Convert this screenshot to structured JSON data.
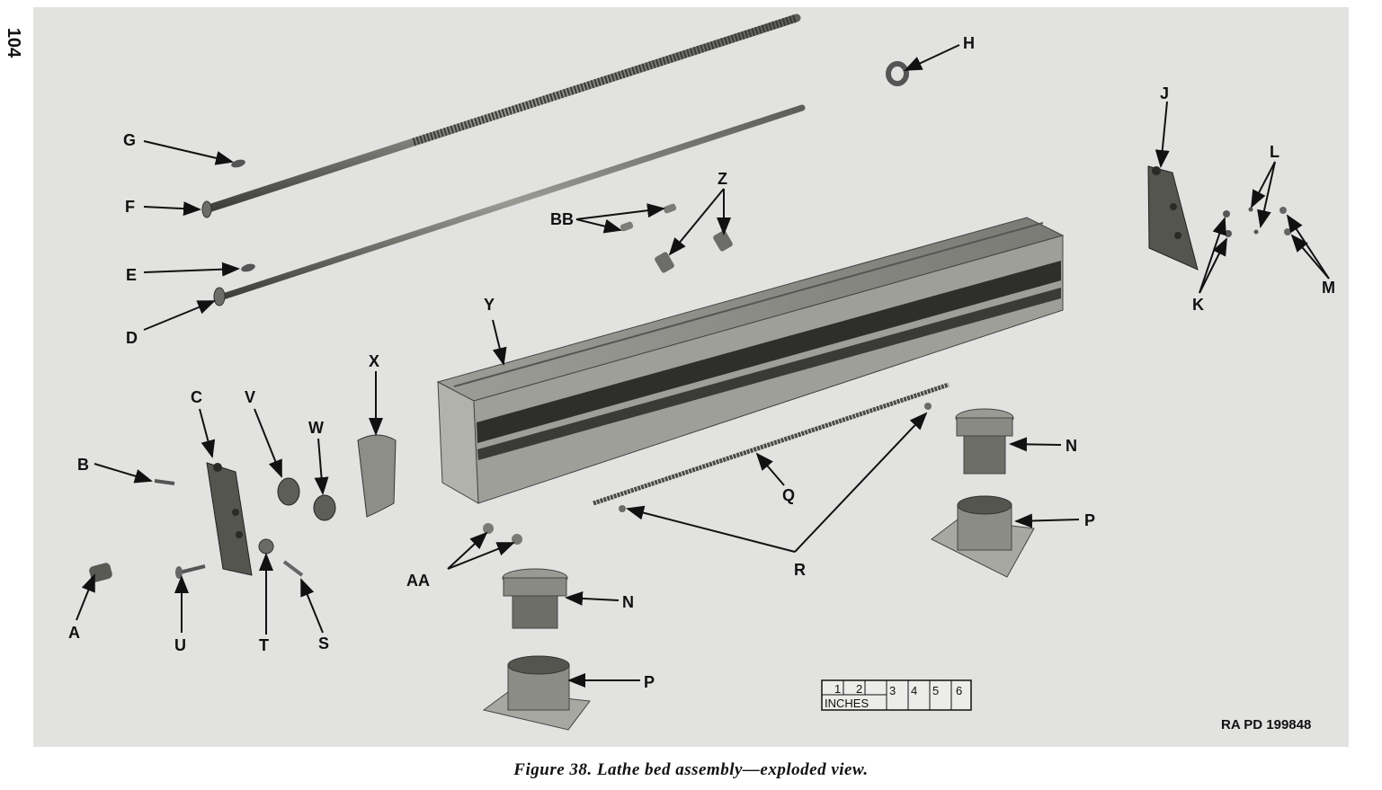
{
  "page_number": "104",
  "caption": "Figure 38.   Lathe bed assembly—exploded view.",
  "reference_code": "RA PD 199848",
  "ruler": {
    "unit_label": "INCHES",
    "ticks": [
      "1",
      "2",
      "3",
      "4",
      "5",
      "6"
    ]
  },
  "labels": {
    "A": "A",
    "B": "B",
    "C": "C",
    "D": "D",
    "E": "E",
    "F": "F",
    "G": "G",
    "H": "H",
    "J": "J",
    "K": "K",
    "L": "L",
    "M": "M",
    "N1": "N",
    "N2": "N",
    "P1": "P",
    "P2": "P",
    "Q": "Q",
    "R": "R",
    "S": "S",
    "T": "T",
    "U": "U",
    "V": "V",
    "W": "W",
    "X": "X",
    "Y": "Y",
    "Z": "Z",
    "AA": "AA",
    "BB": "BB"
  },
  "colors": {
    "plate": "#e2e2e0",
    "ink": "#111111",
    "metal_dark": "#4a4a48",
    "metal_mid": "#8a8a86",
    "metal_light": "#b5b5b0"
  }
}
